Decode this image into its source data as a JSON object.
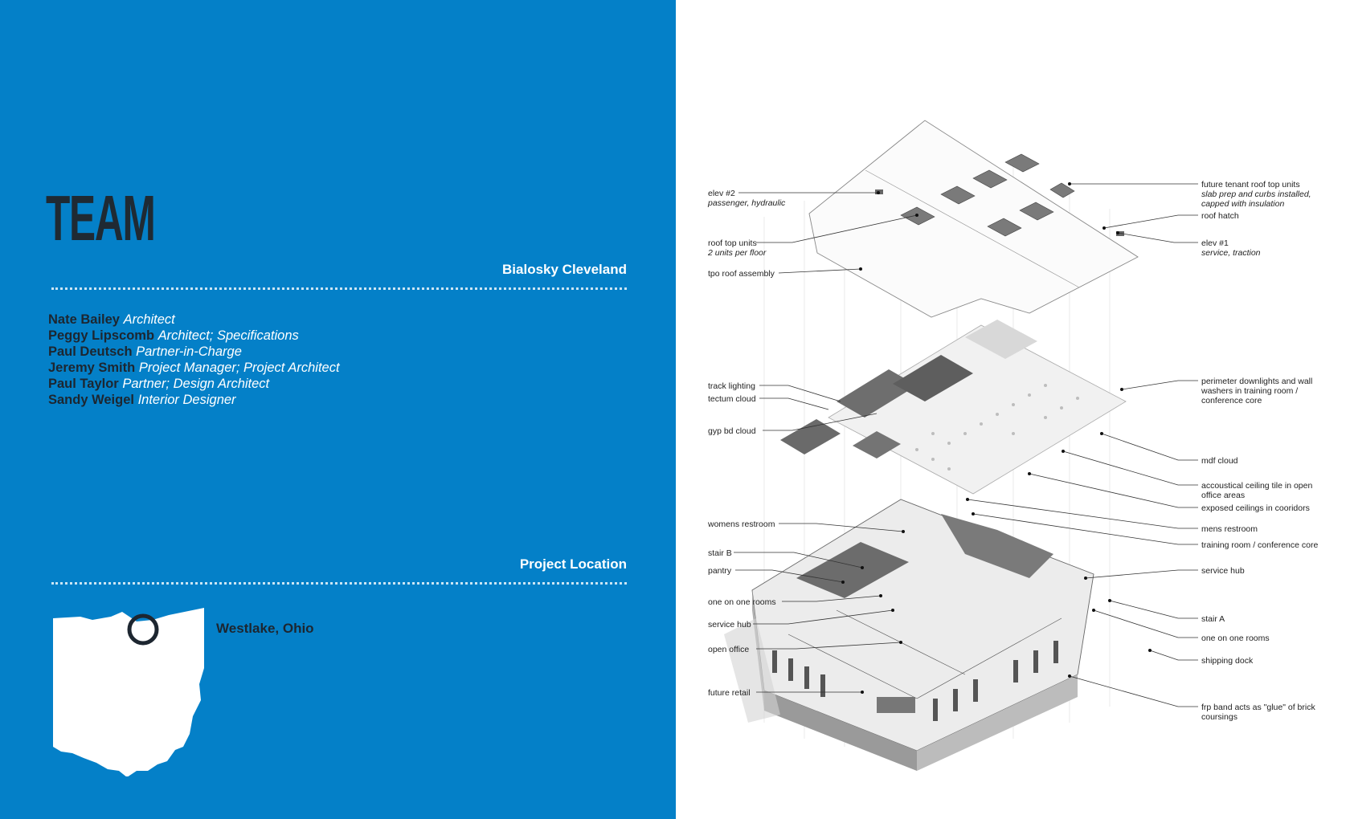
{
  "team": {
    "title": "TEAM",
    "firm": "Bialosky Cleveland",
    "members": [
      {
        "name": "Nate Bailey",
        "role": "Architect"
      },
      {
        "name": "Peggy Lipscomb",
        "role": "Architect; Specifications"
      },
      {
        "name": "Paul Deutsch",
        "role": "Partner-in-Charge"
      },
      {
        "name": "Jeremy Smith",
        "role": "Project Manager; Project Architect"
      },
      {
        "name": "Paul Taylor",
        "role": "Partner; Design Architect"
      },
      {
        "name": "Sandy Weigel",
        "role": "Interior Designer"
      }
    ]
  },
  "project_location": {
    "heading": "Project Location",
    "place": "Westlake, Ohio"
  },
  "diagram": {
    "labels_left": {
      "elev2": "elev #2",
      "elev2_sub": "passenger, hydraulic",
      "rtu": "roof top units",
      "rtu_sub": "2 units per floor",
      "tpo": "tpo roof assembly",
      "track": "track lighting",
      "tectum": "tectum cloud",
      "gyp": "gyp bd cloud",
      "womens": "womens restroom",
      "stairb": "stair B",
      "pantry": "pantry",
      "oneonone": "one on one rooms",
      "servicehub": "service hub",
      "openoffice": "open office",
      "retail": "future retail"
    },
    "labels_right": {
      "future_a": "future tenant roof top units",
      "future_b": "slab prep and curbs installed,",
      "future_c": "capped with insulation",
      "hatch": "roof hatch",
      "elev1": "elev #1",
      "elev1_sub": "service, traction",
      "perim_a": "perimeter downlights and wall",
      "perim_b": "washers in training room /",
      "perim_c": "conference core",
      "mdf": "mdf cloud",
      "act_a": "accoustical ceiling tile in open",
      "act_b": "office areas",
      "exposed": "exposed ceilings in cooridors",
      "mens": "mens restroom",
      "training": "training room / conference core",
      "servicehub": "service hub",
      "staira": "stair A",
      "oneonone": "one on one rooms",
      "shipping": "shipping dock",
      "frp_a": "frp band acts as \"glue\" of brick",
      "frp_b": "coursings"
    }
  },
  "colors": {
    "panel_blue": "#0480c8",
    "name_dark": "#1d2630",
    "white": "#ffffff"
  }
}
